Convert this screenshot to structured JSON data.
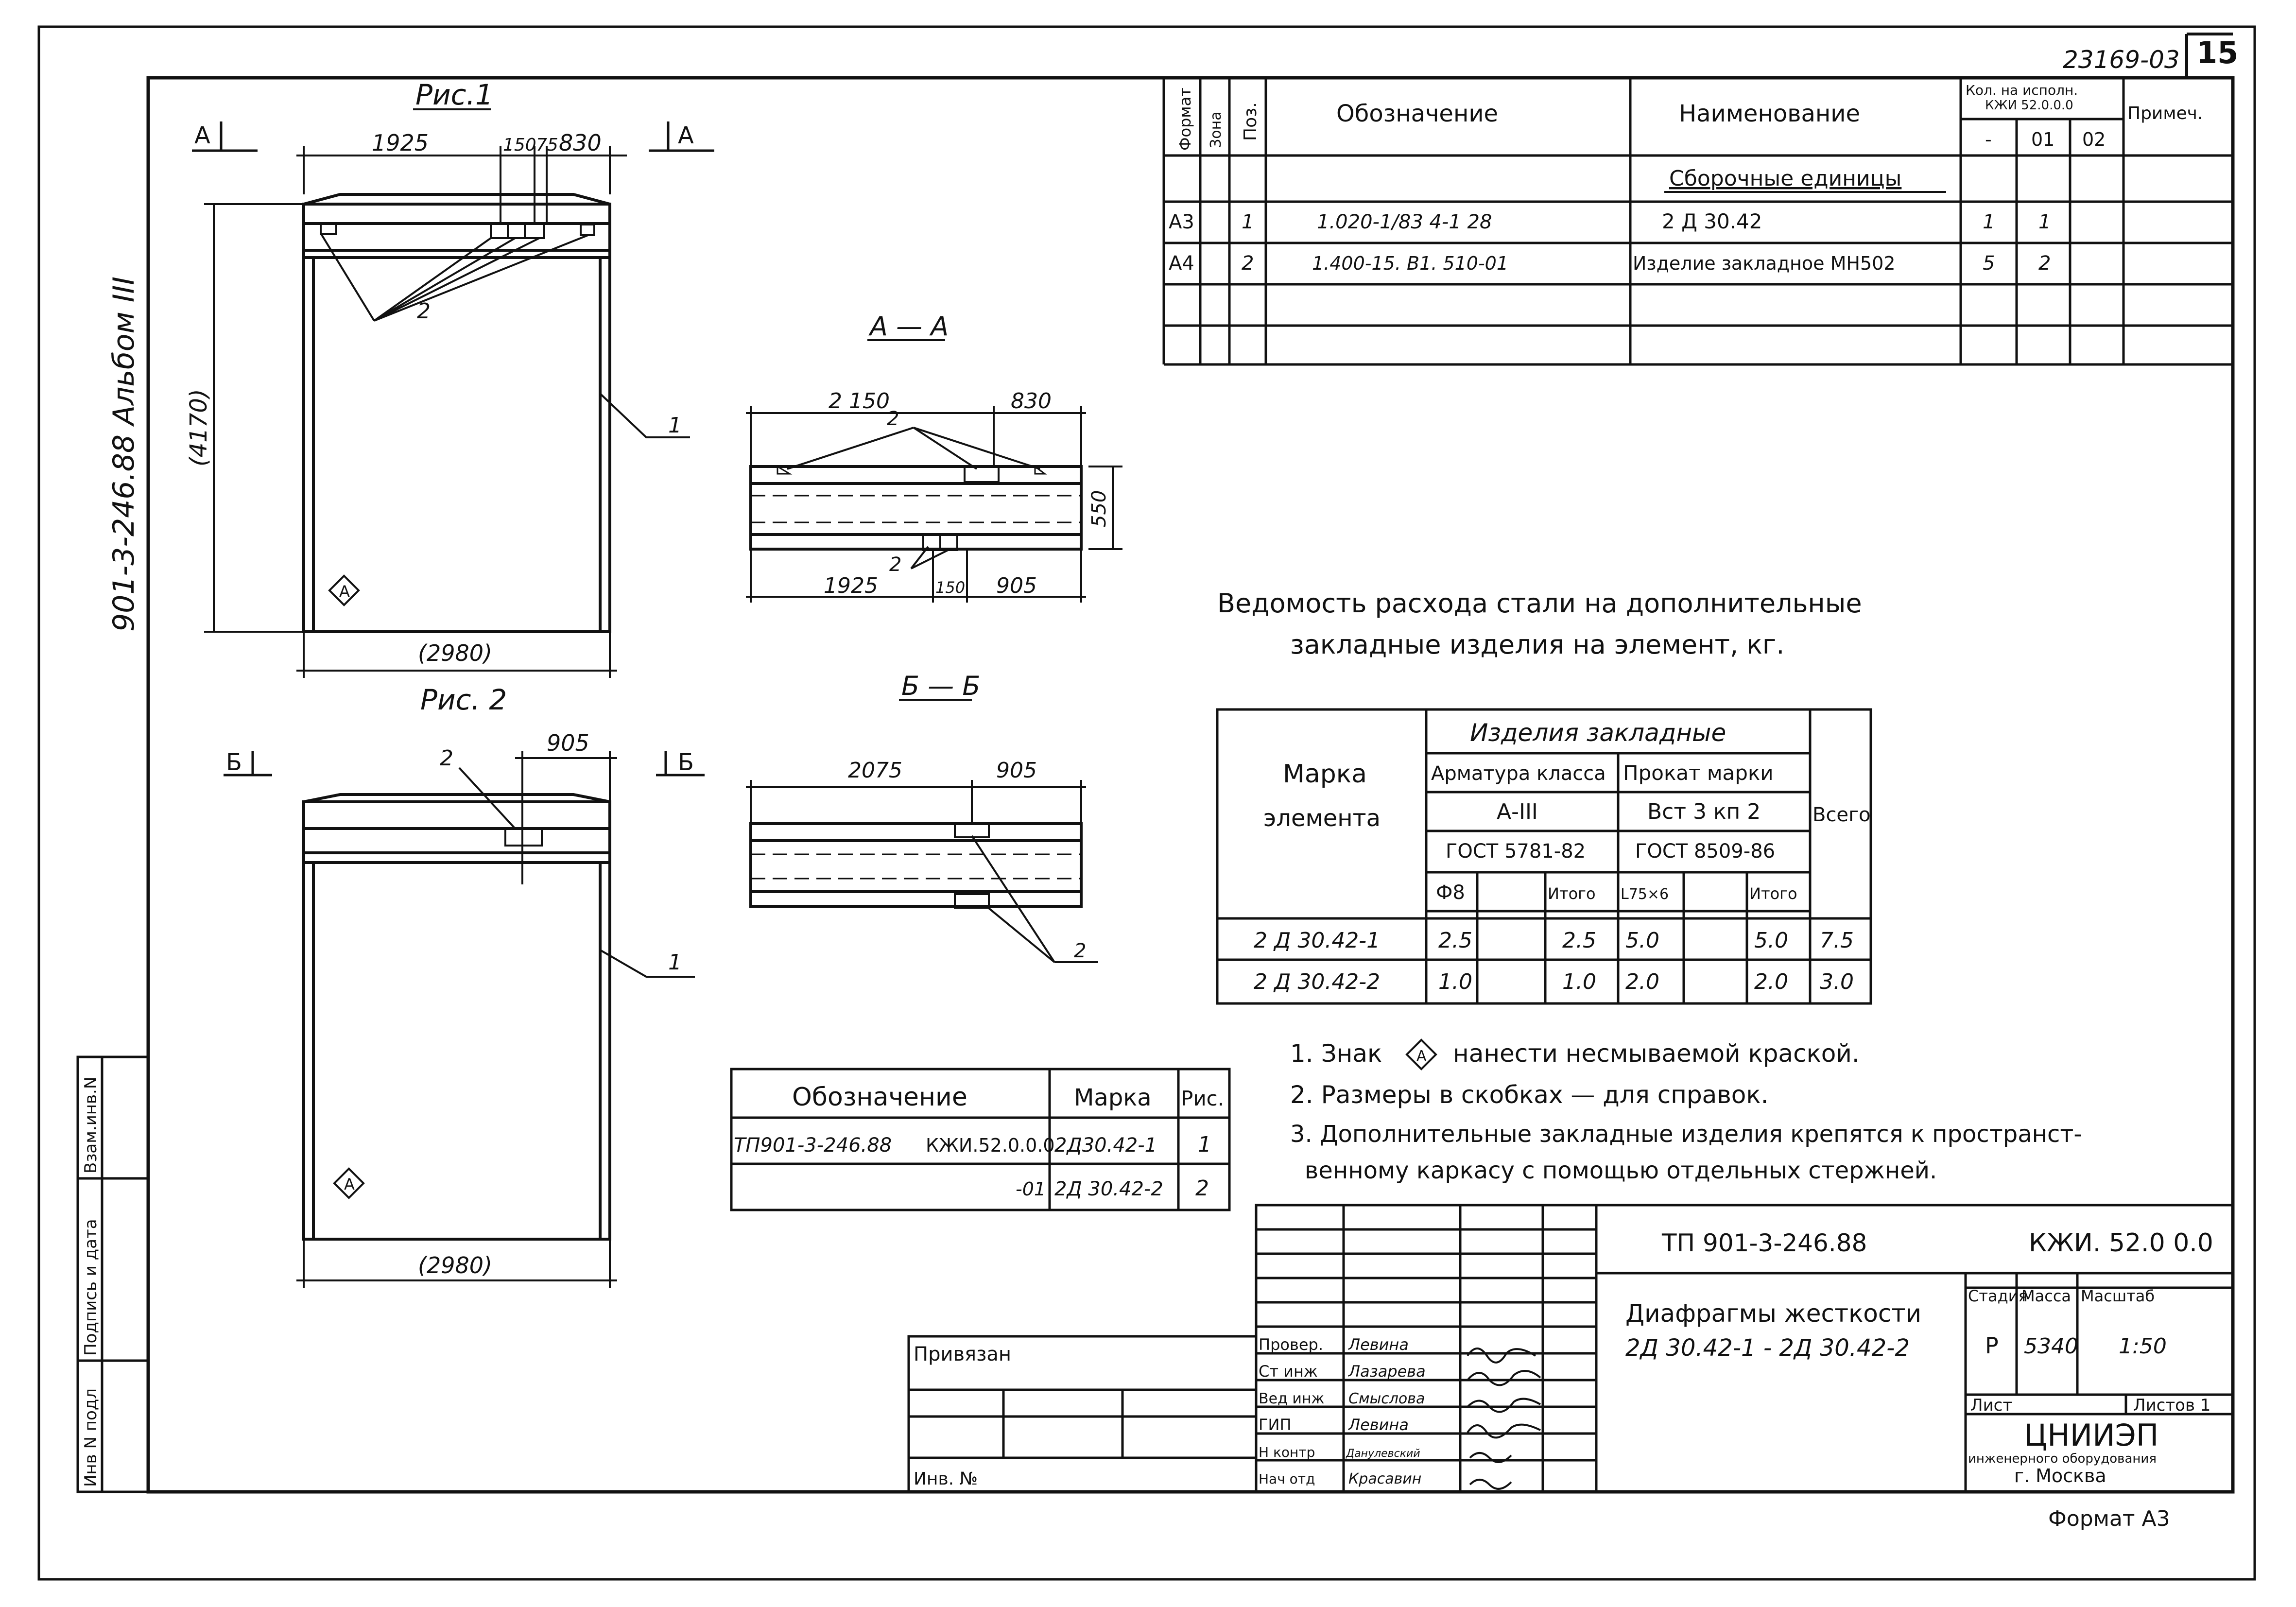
{
  "sheet": {
    "code": "23169-03",
    "page": "15",
    "album": "901-3-246.88 Альбом III",
    "format": "Формат А3"
  },
  "fig1": {
    "title": "Рис.1",
    "cut_a": "А",
    "dim_1925": "1925",
    "dim_150": "150",
    "dim_75": "75",
    "dim_830": "830",
    "dim_h": "(4170)",
    "dim_w": "(2980)",
    "lbl1": "1",
    "lbl2": "2",
    "sign": "А"
  },
  "fig2": {
    "title": "Рис. 2",
    "cut_b": "Б",
    "dim_905": "905",
    "dim_w": "(2980)",
    "lbl1": "1",
    "lbl2": "2",
    "sign": "А"
  },
  "sec_a": {
    "title": "А — А",
    "d2150": "2 150",
    "d830": "830",
    "d550": "550",
    "d1925": "1925",
    "d150": "150",
    "d905": "905",
    "lbl2a": "2",
    "lbl2b": "2"
  },
  "sec_b": {
    "title": "Б — Б",
    "d2075": "2075",
    "d905": "905",
    "lbl2": "2"
  },
  "spec": {
    "h_format": "Формат",
    "h_zone": "Зона",
    "h_pos": "Поз.",
    "h_desig": "Обозначение",
    "h_name": "Наименование",
    "h_qty": "Кол. на исполн.",
    "h_qty2": "КЖИ 52.0.0.0",
    "h_note": "Примеч.",
    "h_c0": "-",
    "h_c1": "01",
    "h_c2": "02",
    "section": "Сборочные единицы",
    "rows": [
      {
        "fmt": "А3",
        "pos": "1",
        "desig": "1.020-1/83   4-1   28",
        "name": "2 Д 30.42",
        "q0": "1",
        "q1": "1",
        "q2": ""
      },
      {
        "fmt": "А4",
        "pos": "2",
        "desig": "1.400-15. В1.   510-01",
        "name": "Изделие закладное МН502",
        "q0": "5",
        "q1": "2",
        "q2": ""
      }
    ]
  },
  "steel": {
    "title1": "Ведомость расхода стали на дополнительные",
    "title2": "закладные изделия на элемент, кг.",
    "h_mark1": "Марка",
    "h_mark2": "элемента",
    "h_items": "Изделия закладные",
    "h_arm": "Арматура класса",
    "h_prok": "Прокат марки",
    "h_a3": "А-III",
    "h_vst": "Вст 3 кп 2",
    "h_g1": "ГОСТ 5781-82",
    "h_g2": "ГОСТ 8509-86",
    "h_f8": "Ф8",
    "h_itogo1": "Итого",
    "h_l75": "L75×6",
    "h_itogo2": "Итого",
    "h_total": "Всего",
    "rows": [
      {
        "mark": "2 Д 30.42-1",
        "f8": "2.5",
        "it1": "2.5",
        "l75": "5.0",
        "it2": "5.0",
        "tot": "7.5"
      },
      {
        "mark": "2 Д 30.42-2",
        "f8": "1.0",
        "it1": "1.0",
        "l75": "2.0",
        "it2": "2.0",
        "tot": "3.0"
      }
    ]
  },
  "notes": {
    "n1a": "1. Знак",
    "n1s": "А",
    "n1b": "нанести несмываемой краской.",
    "n2": "2. Размеры в скобках — для справок.",
    "n3a": "3. Дополнительные закладные изделия крепятся к пространст-",
    "n3b": "венному каркасу с помощью отдельных стержней."
  },
  "marks": {
    "h_desig": "Обозначение",
    "h_mark": "Марка",
    "h_fig": "Рис.",
    "r1_desig": "ТП901-3-246.88",
    "r1_code": "КЖИ.52.0.0.0",
    "r1_mark": "2Д30.42-1",
    "r1_fig": "1",
    "r2_code": "-01",
    "r2_mark": "2Д 30.42-2",
    "r2_fig": "2"
  },
  "stamp": {
    "project": "ТП 901-3-246.88",
    "doc_code": "КЖИ. 52.0 0.0",
    "title1": "Диафрагмы жесткости",
    "title2": "2Д 30.42-1 - 2Д 30.42-2",
    "h_stage": "Стадия",
    "h_mass": "Масса",
    "h_scale": "Масштаб",
    "stage": "Р",
    "mass": "5340",
    "scale": "1:50",
    "sheet": "Лист",
    "sheets": "Листов 1",
    "org": "ЦНИИЭП",
    "org_sub": "инженерного оборудования",
    "city": "г. Москва",
    "privyazan": "Привязан",
    "inv": "Инв. №",
    "staff": [
      {
        "role": "Провер.",
        "name": "Левина"
      },
      {
        "role": "Ст инж",
        "name": "Лазарева"
      },
      {
        "role": "Вед инж",
        "name": "Смыслова"
      },
      {
        "role": "ГИП",
        "name": "Левина"
      },
      {
        "role": "Н контр",
        "name": "Данулевский"
      },
      {
        "role": "Нач отд",
        "name": "Красавин"
      }
    ]
  },
  "side": {
    "c1": "Взам.инв.N",
    "c2": "Подпись и дата",
    "c3": "Инв N подл"
  }
}
